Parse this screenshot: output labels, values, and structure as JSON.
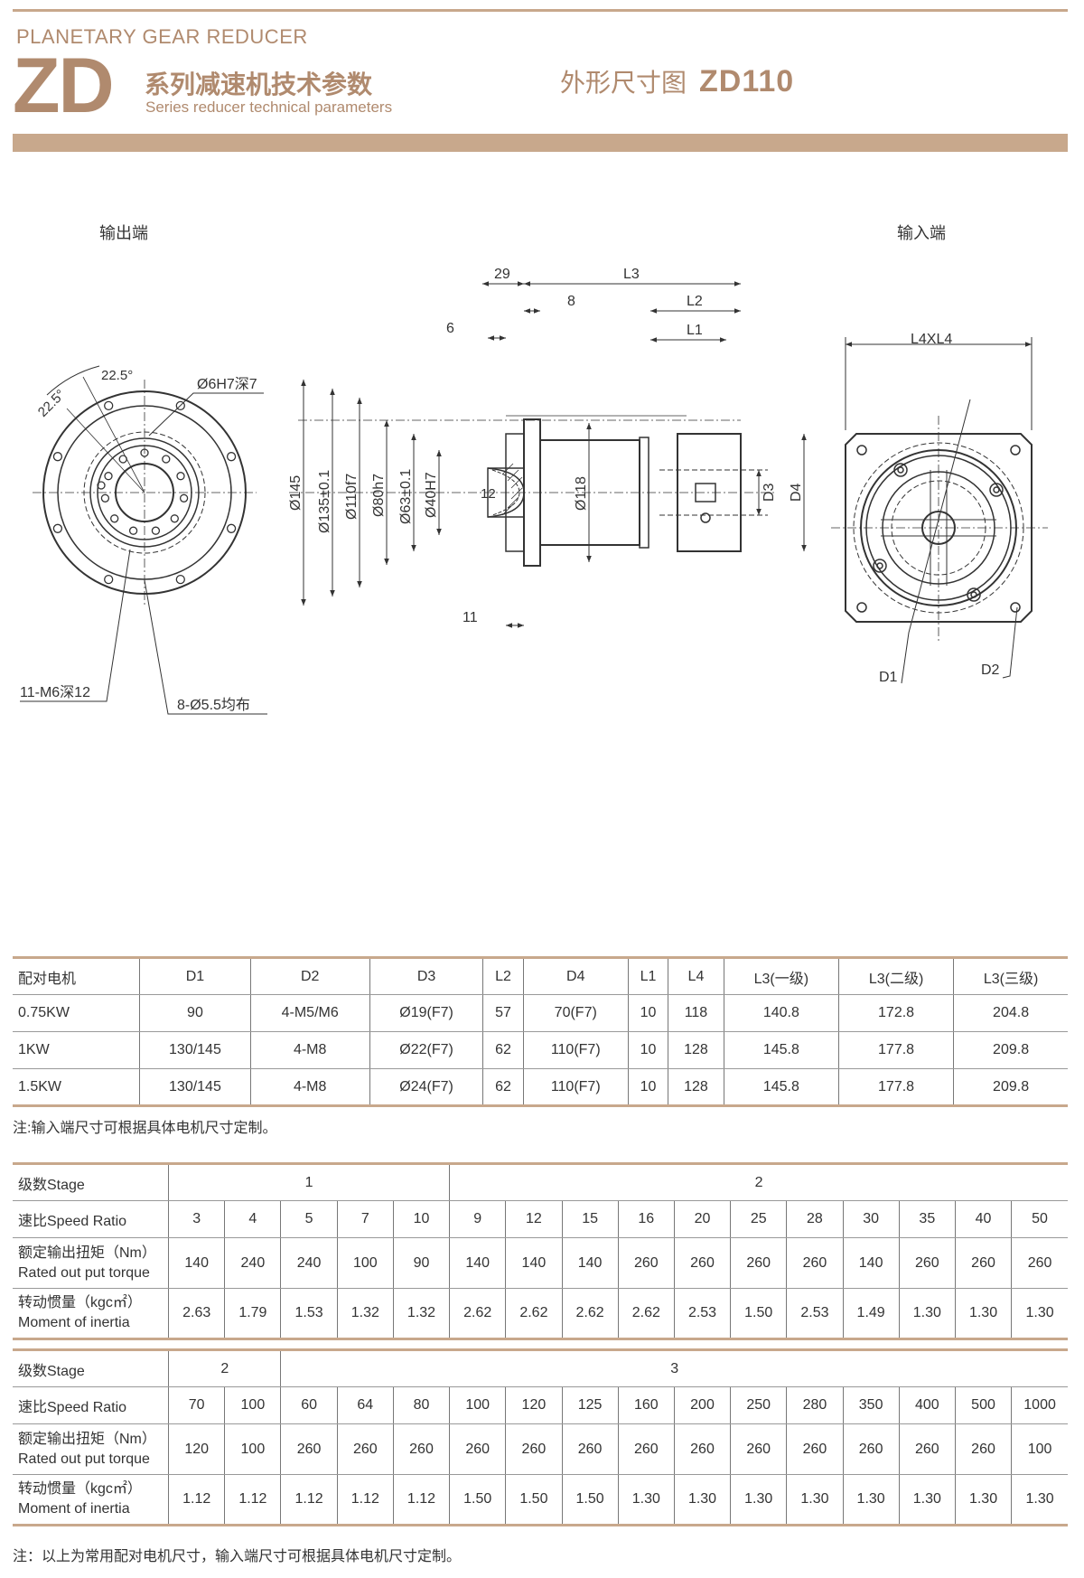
{
  "header": {
    "subtitle_en": "PLANETARY GEAR REDUCER",
    "logo": "ZD",
    "series_cn": "系列减速机技术参数",
    "series_en": "Series reducer technical parameters",
    "drawing_title_cn": "外形尺寸图",
    "drawing_model": "ZD110"
  },
  "drawing": {
    "output_end_label": "输出端",
    "input_end_label": "输入端",
    "dims": {
      "d29": "29",
      "L3": "L3",
      "d8": "8",
      "L2": "L2",
      "d6": "6",
      "L1": "L1",
      "L4xL4": "L4XL4",
      "angle1": "22.5°",
      "angle2": "22.5°",
      "hole6": "Ø6H7深7",
      "d145": "Ø145",
      "d135": "Ø135±0.1",
      "d110": "Ø110f7",
      "d80": "Ø80h7",
      "d63": "Ø63±0.1",
      "d40": "Ø40H7",
      "d12": "12",
      "d118": "Ø118",
      "D3": "D3",
      "D4": "D4",
      "d11": "11",
      "m6": "11-M6深12",
      "holes55": "8-Ø5.5均布",
      "D1": "D1",
      "D2": "D2"
    }
  },
  "motor_table": {
    "headers": [
      "配对电机",
      "D1",
      "D2",
      "D3",
      "L2",
      "D4",
      "L1",
      "L4",
      "L3(一级)",
      "L3(二级)",
      "L3(三级)"
    ],
    "rows": [
      [
        "0.75KW",
        "90",
        "4-M5/M6",
        "Ø19(F7)",
        "57",
        "70(F7)",
        "10",
        "118",
        "140.8",
        "172.8",
        "204.8"
      ],
      [
        "1KW",
        "130/145",
        "4-M8",
        "Ø22(F7)",
        "62",
        "110(F7)",
        "10",
        "128",
        "145.8",
        "177.8",
        "209.8"
      ],
      [
        "1.5KW",
        "130/145",
        "4-M8",
        "Ø24(F7)",
        "62",
        "110(F7)",
        "10",
        "128",
        "145.8",
        "177.8",
        "209.8"
      ]
    ],
    "note": "注:输入端尺寸可根据具体电机尺寸定制。"
  },
  "ratio_table_1": {
    "stage_label": "级数Stage",
    "stage_groups": [
      "1",
      "2"
    ],
    "ratio_label": "速比Speed Ratio",
    "ratios": [
      "3",
      "4",
      "5",
      "7",
      "10",
      "9",
      "12",
      "15",
      "16",
      "20",
      "25",
      "28",
      "30",
      "35",
      "40",
      "50"
    ],
    "torque_label_cn": "额定输出扭矩（Nm）",
    "torque_label_en": "Rated out put torque",
    "torque": [
      "140",
      "240",
      "240",
      "100",
      "90",
      "140",
      "140",
      "140",
      "260",
      "260",
      "260",
      "260",
      "140",
      "260",
      "260",
      "260"
    ],
    "inertia_label_cn": "转动惯量（kgc㎡）",
    "inertia_label_en": "Moment of inertia",
    "inertia": [
      "2.63",
      "1.79",
      "1.53",
      "1.32",
      "1.32",
      "2.62",
      "2.62",
      "2.62",
      "2.62",
      "2.53",
      "1.50",
      "2.53",
      "1.49",
      "1.30",
      "1.30",
      "1.30"
    ]
  },
  "ratio_table_2": {
    "stage_label": "级数Stage",
    "stage_groups": [
      "2",
      "3"
    ],
    "ratio_label": "速比Speed Ratio",
    "ratios": [
      "70",
      "100",
      "60",
      "64",
      "80",
      "100",
      "120",
      "125",
      "160",
      "200",
      "250",
      "280",
      "350",
      "400",
      "500",
      "1000"
    ],
    "torque_label_cn": "额定输出扭矩（Nm）",
    "torque_label_en": "Rated out put torque",
    "torque": [
      "120",
      "100",
      "260",
      "260",
      "260",
      "260",
      "260",
      "260",
      "260",
      "260",
      "260",
      "260",
      "260",
      "260",
      "260",
      "100"
    ],
    "inertia_label_cn": "转动惯量（kgc㎡）",
    "inertia_label_en": "Moment of inertia",
    "inertia": [
      "1.12",
      "1.12",
      "1.12",
      "1.12",
      "1.12",
      "1.50",
      "1.50",
      "1.50",
      "1.30",
      "1.30",
      "1.30",
      "1.30",
      "1.30",
      "1.30",
      "1.30",
      "1.30"
    ]
  },
  "footer_note": "注：以上为常用配对电机尺寸，输入端尺寸可根据具体电机尺寸定制。"
}
